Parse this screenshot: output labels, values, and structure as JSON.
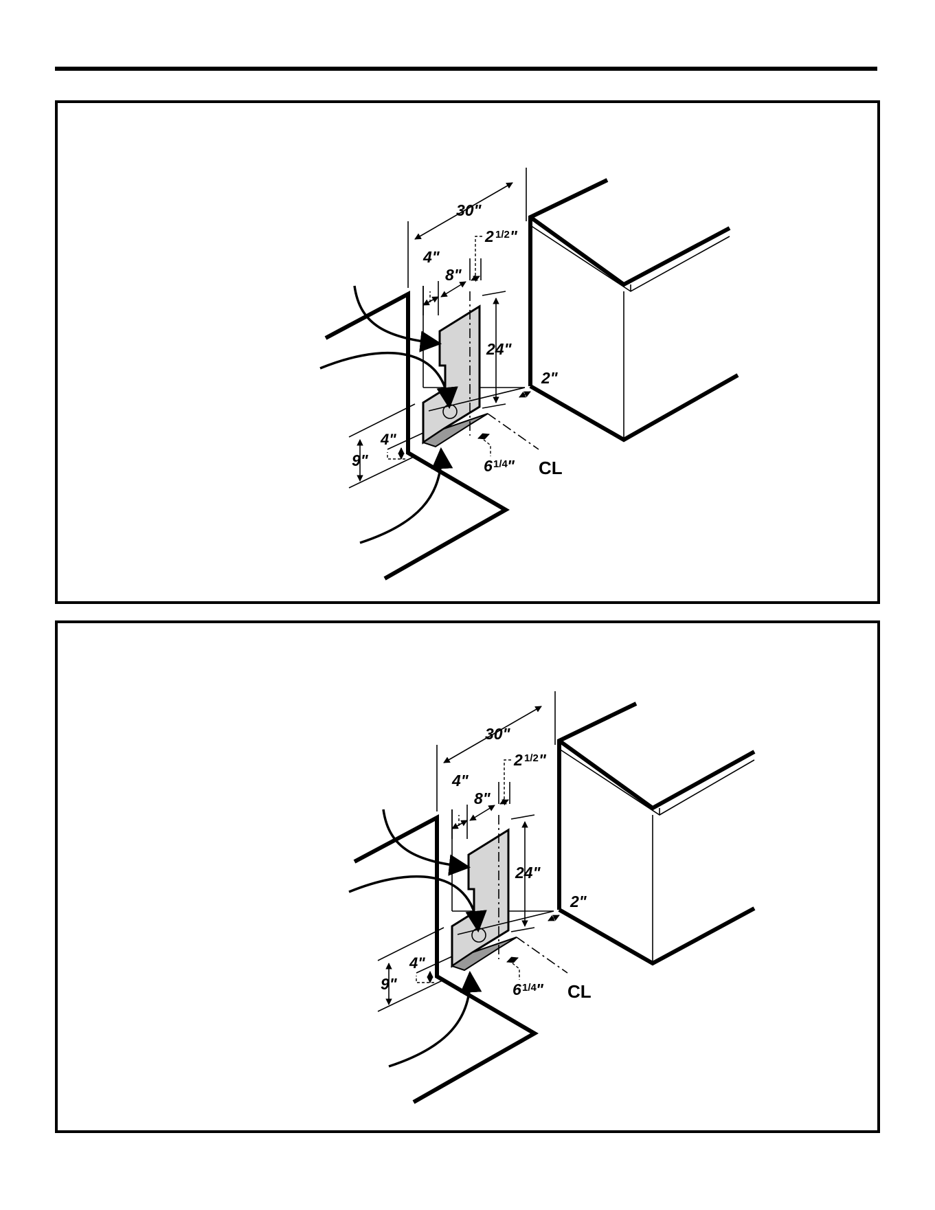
{
  "diagrams": [
    {
      "labels": {
        "width": "30\"",
        "left_offset": "4\"",
        "zone_width": "8\"",
        "right_offset_whole": "2",
        "right_offset_frac": "1/2",
        "right_offset_unit": "\"",
        "height": "24\"",
        "gap": "2\"",
        "floor_height": "9\"",
        "floor_offset": "4\"",
        "center_offset_whole": "6",
        "center_offset_frac": "1/4",
        "center_offset_unit": "\"",
        "centerline": "CL"
      }
    },
    {
      "labels": {
        "width": "30\"",
        "left_offset": "4\"",
        "zone_width": "8\"",
        "right_offset_whole": "2",
        "right_offset_frac": "1/2",
        "right_offset_unit": "\"",
        "height": "24\"",
        "gap": "2\"",
        "floor_height": "9\"",
        "floor_offset": "4\"",
        "center_offset_whole": "6",
        "center_offset_frac": "1/4",
        "center_offset_unit": "\"",
        "centerline": "CL"
      }
    }
  ]
}
